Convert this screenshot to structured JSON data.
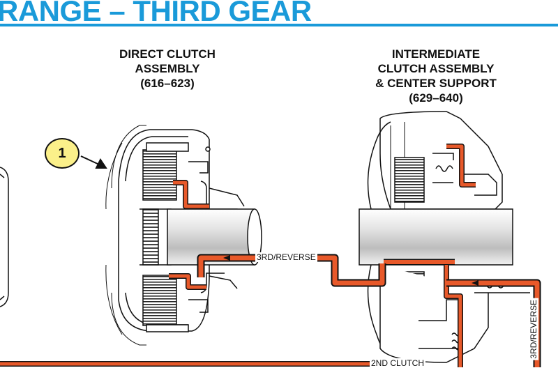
{
  "page": {
    "title": "RANGE – THIRD GEAR",
    "title_color": "#1a9ad9",
    "oil_color": "#e8592a"
  },
  "direct_clutch": {
    "line1": "DIRECT CLUTCH",
    "line2": "ASSEMBLY",
    "line3": "(616–623)"
  },
  "intermediate_clutch": {
    "line1": "INTERMEDIATE",
    "line2": "CLUTCH ASSEMBLY",
    "line3": "& CENTER SUPPORT",
    "line4": "(629–640)"
  },
  "callout": {
    "number": "1"
  },
  "passages": {
    "third_reverse": "3RD/REVERSE",
    "third_reverse_vertical": "3RD/REVERSE",
    "second_clutch": "2ND CLUTCH"
  }
}
